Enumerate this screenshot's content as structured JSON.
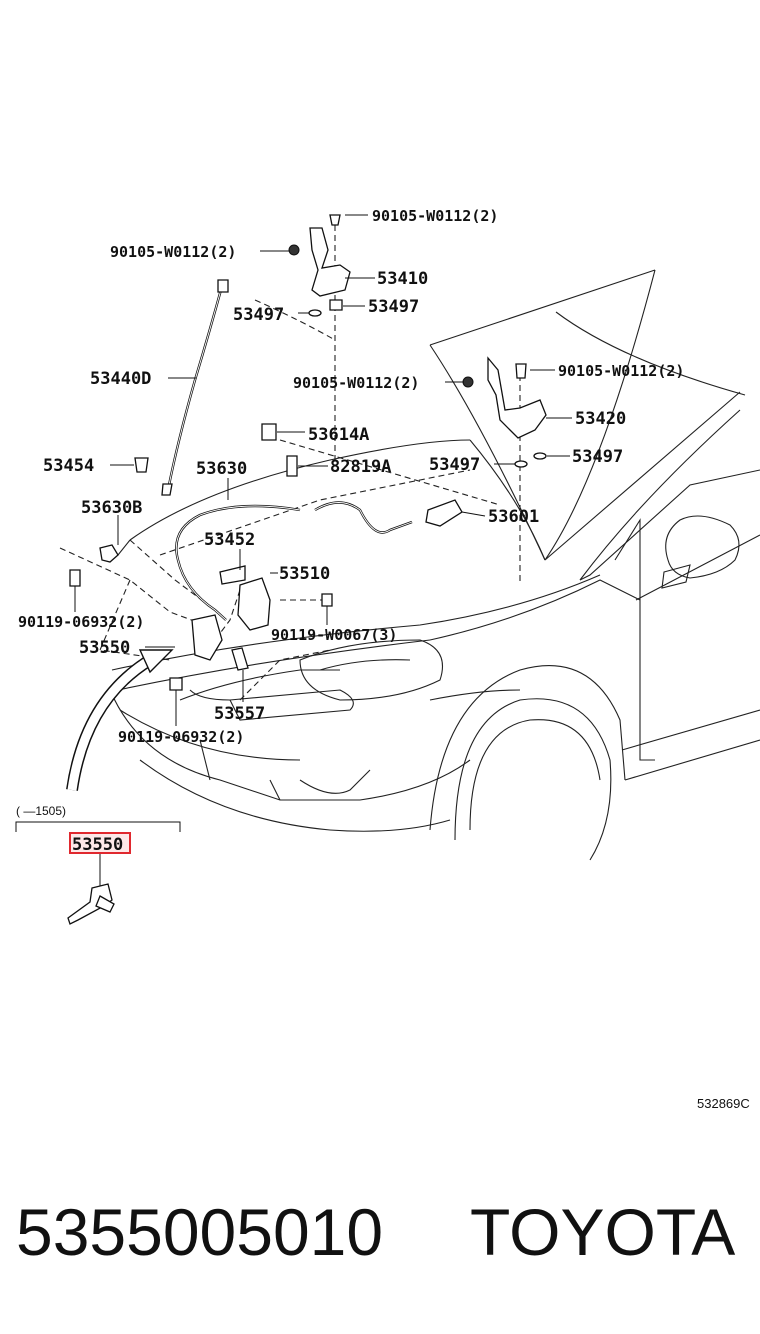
{
  "parts": {
    "bolt_hinge_top": "90105-W0112(2)",
    "bolt_hinge_left": "90105-W0112(2)",
    "hinge_left": "53410",
    "hinge_cushion_a": "53497",
    "hinge_cushion_b": "53497",
    "support_rod": "53440D",
    "bolt_center": "90105-W0112(2)",
    "bolt_hinge_right": "90105-W0112(2)",
    "hinge_right": "53420",
    "clip_rod": "53614A",
    "cushion_left": "53454",
    "release_cable": "53630",
    "clamp": "82819A",
    "cushion_c": "53497",
    "cushion_d": "53497",
    "release_lever": "53601",
    "clip_cable": "53630B",
    "bracket": "53452",
    "lock_assy": "53510",
    "screw_left": "90119-06932(2)",
    "screw_lock": "90119-W0067(3)",
    "catch_label": "53550",
    "lock_sub": "53557",
    "screw_bottom": "90119-06932(2)"
  },
  "detail": {
    "range": "(    —1505)",
    "part_highlight": "53550"
  },
  "figure_code": "532869C",
  "footer": {
    "part_number": "5355005010",
    "brand": "TOYOTA"
  },
  "colors": {
    "highlight": "#e0282e",
    "ink": "#111111"
  }
}
